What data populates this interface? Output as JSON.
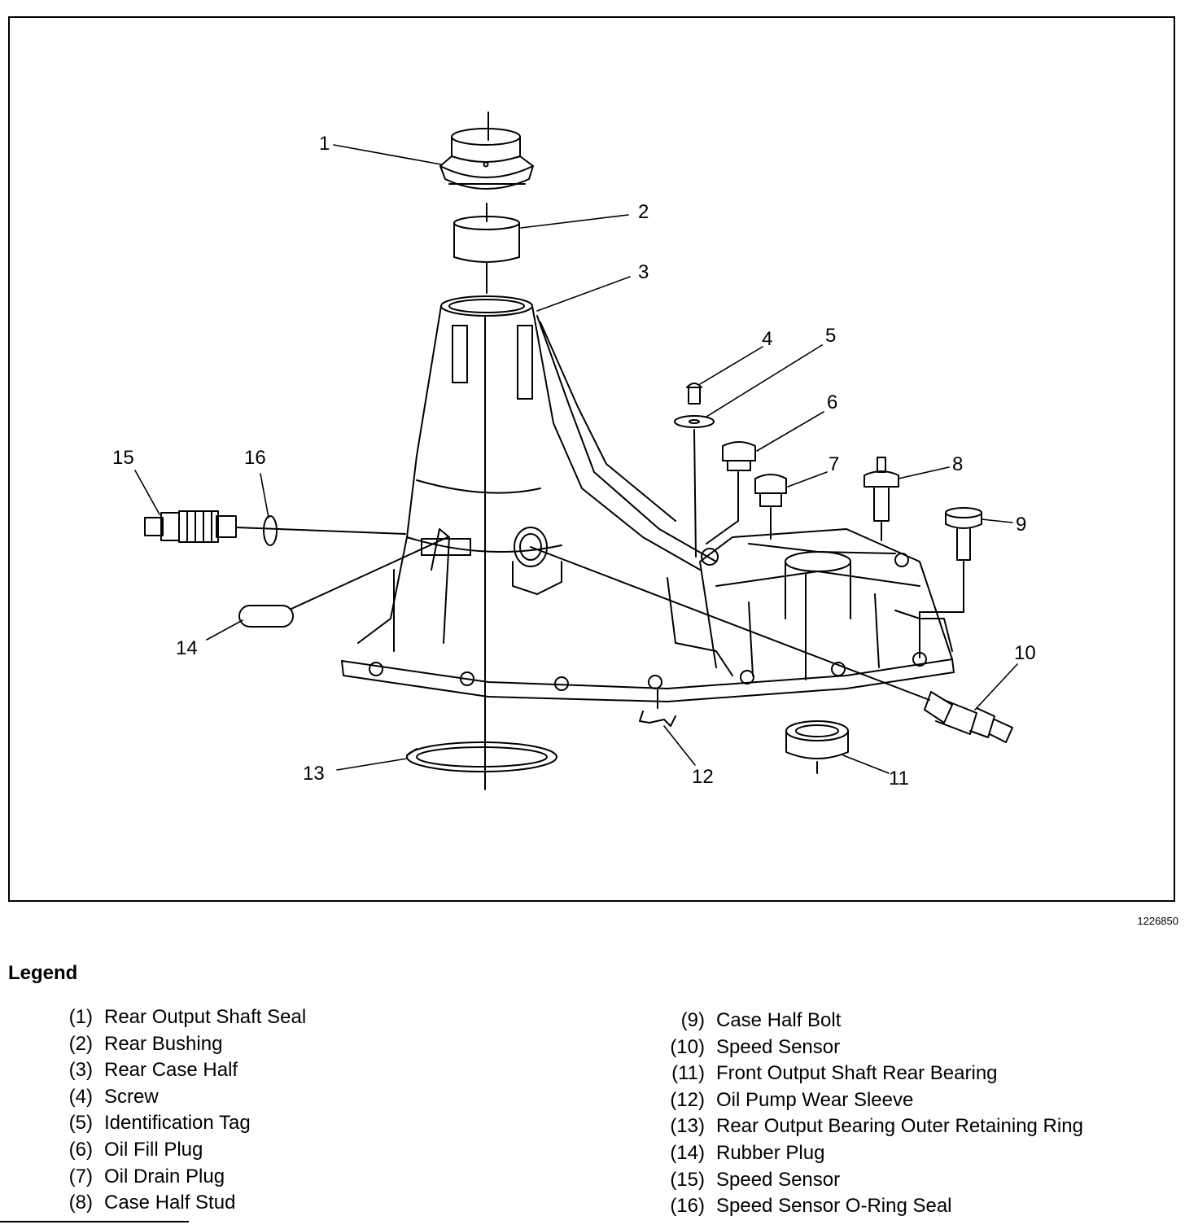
{
  "figure_id": "1226850",
  "callouts": [
    "1",
    "2",
    "3",
    "4",
    "5",
    "6",
    "7",
    "8",
    "9",
    "10",
    "11",
    "12",
    "13",
    "14",
    "15",
    "16"
  ],
  "legend": {
    "title": "Legend",
    "items": [
      {
        "num": "(1)",
        "label": "Rear Output Shaft Seal"
      },
      {
        "num": "(2)",
        "label": "Rear Bushing"
      },
      {
        "num": "(3)",
        "label": "Rear Case Half"
      },
      {
        "num": "(4)",
        "label": "Screw"
      },
      {
        "num": "(5)",
        "label": "Identification Tag"
      },
      {
        "num": "(6)",
        "label": "Oil Fill Plug"
      },
      {
        "num": "(7)",
        "label": "Oil Drain Plug"
      },
      {
        "num": "(8)",
        "label": "Case Half Stud"
      },
      {
        "num": "(9)",
        "label": "Case Half Bolt"
      },
      {
        "num": "(10)",
        "label": "Speed Sensor"
      },
      {
        "num": "(11)",
        "label": "Front Output Shaft Rear Bearing"
      },
      {
        "num": "(12)",
        "label": "Oil Pump Wear Sleeve"
      },
      {
        "num": "(13)",
        "label": "Rear Output Bearing Outer Retaining Ring"
      },
      {
        "num": "(14)",
        "label": "Rubber Plug"
      },
      {
        "num": "(15)",
        "label": "Speed Sensor"
      },
      {
        "num": "(16)",
        "label": "Speed Sensor O-Ring Seal"
      }
    ]
  }
}
